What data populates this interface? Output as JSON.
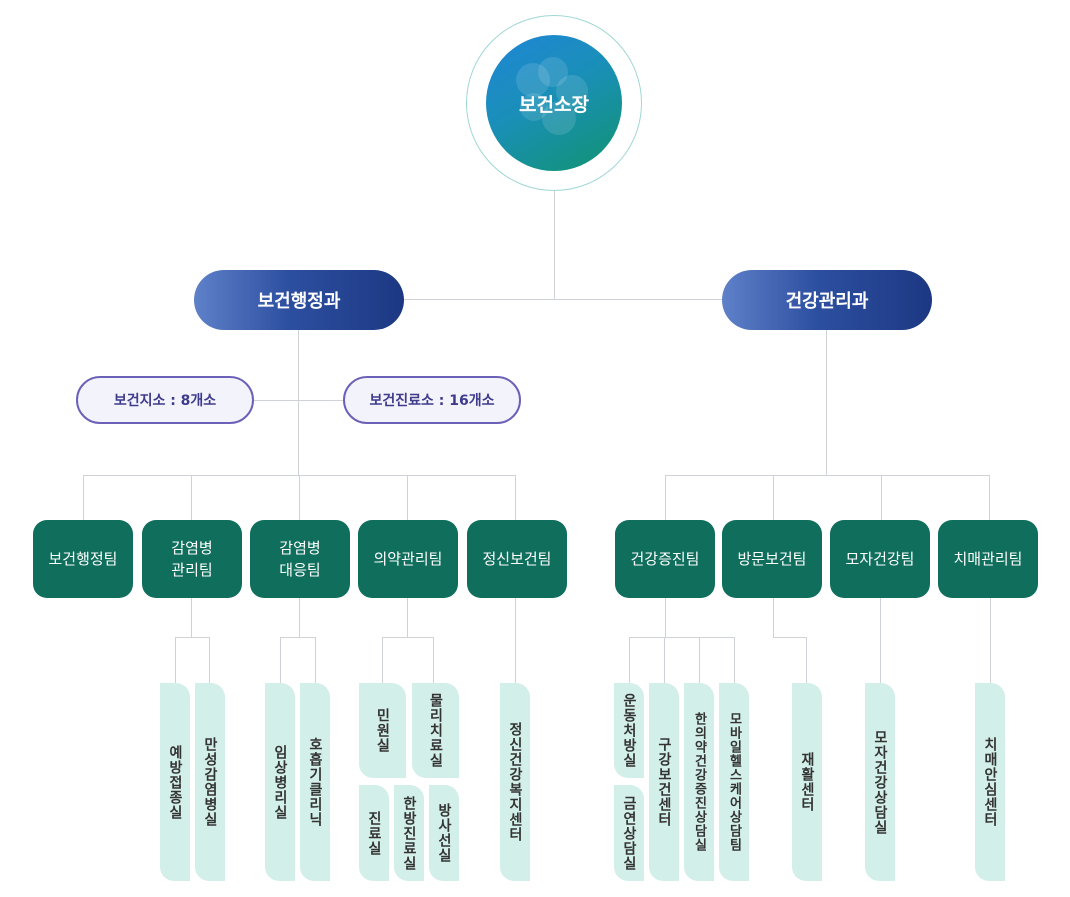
{
  "director": {
    "label": "보건소장"
  },
  "departments": [
    {
      "label": "보건행정과"
    },
    {
      "label": "건강관리과"
    }
  ],
  "facilities": [
    {
      "label": "보건지소 : 8개소"
    },
    {
      "label": "보건진료소 : 16개소"
    }
  ],
  "teams": [
    {
      "label": "보건행정팀"
    },
    {
      "label": "감염병\n관리팀"
    },
    {
      "label": "감염병\n대응팀"
    },
    {
      "label": "의약관리팀"
    },
    {
      "label": "정신보건팀"
    },
    {
      "label": "건강증진팀"
    },
    {
      "label": "방문보건팀"
    },
    {
      "label": "모자건강팀"
    },
    {
      "label": "치매관리팀"
    }
  ],
  "units": [
    {
      "label": "예방접종실"
    },
    {
      "label": "만성감염병실"
    },
    {
      "label": "임상병리실"
    },
    {
      "label": "호흡기클리닉"
    },
    {
      "label": "민원실"
    },
    {
      "label": "물리치료실"
    },
    {
      "label": "진료실"
    },
    {
      "label": "한방진료실"
    },
    {
      "label": "방사선실"
    },
    {
      "label": "정신건강복지센터"
    },
    {
      "label": "운동처방실"
    },
    {
      "label": "금연상담실"
    },
    {
      "label": "구강보건센터"
    },
    {
      "label": "한의약건강증진상담실"
    },
    {
      "label": "모바일헬스케어상담팀"
    },
    {
      "label": "재활센터"
    },
    {
      "label": "모자건강상담실"
    },
    {
      "label": "치매안심센터"
    }
  ]
}
